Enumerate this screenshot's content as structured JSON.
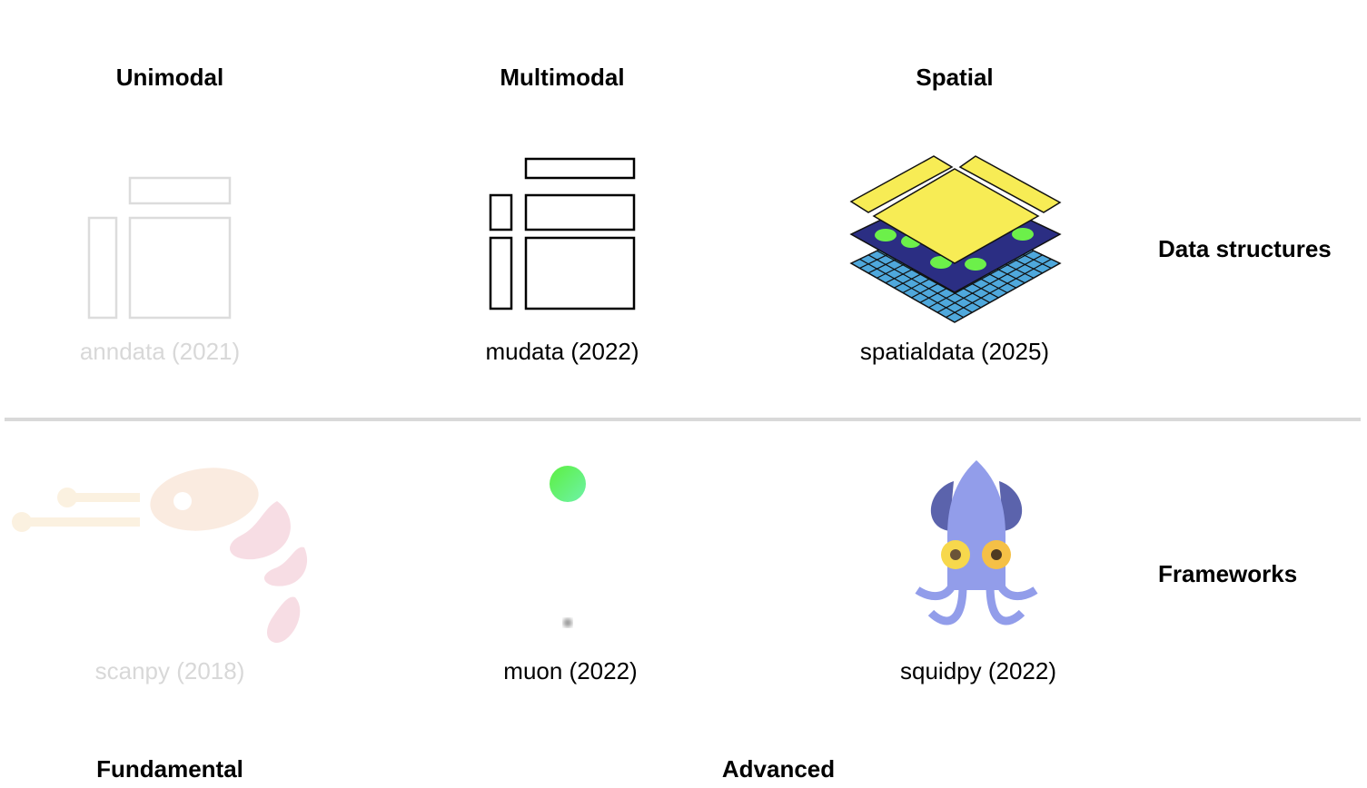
{
  "columns": {
    "unimodal": "Unimodal",
    "multimodal": "Multimodal",
    "spatial": "Spatial"
  },
  "rows": {
    "data_structures": "Data structures",
    "frameworks": "Frameworks"
  },
  "footer": {
    "fundamental": "Fundamental",
    "advanced": "Advanced"
  },
  "packages": {
    "anndata": "anndata (2021)",
    "mudata": "mudata (2022)",
    "spatialdata": "spatialdata (2025)",
    "scanpy": "scanpy (2018)",
    "muon": "muon (2022)",
    "squidpy": "squidpy (2022)"
  },
  "colors": {
    "divider": "#d9d9d9",
    "faded_text": "#d8d8d8",
    "spatial_yellow": "#f7ec55",
    "spatial_navy": "#2b2e83",
    "spatial_grid": "#4fa8dc",
    "spot_green": "#6cf04a",
    "squid_body": "#929dea",
    "squid_fin": "#5b63ac"
  }
}
